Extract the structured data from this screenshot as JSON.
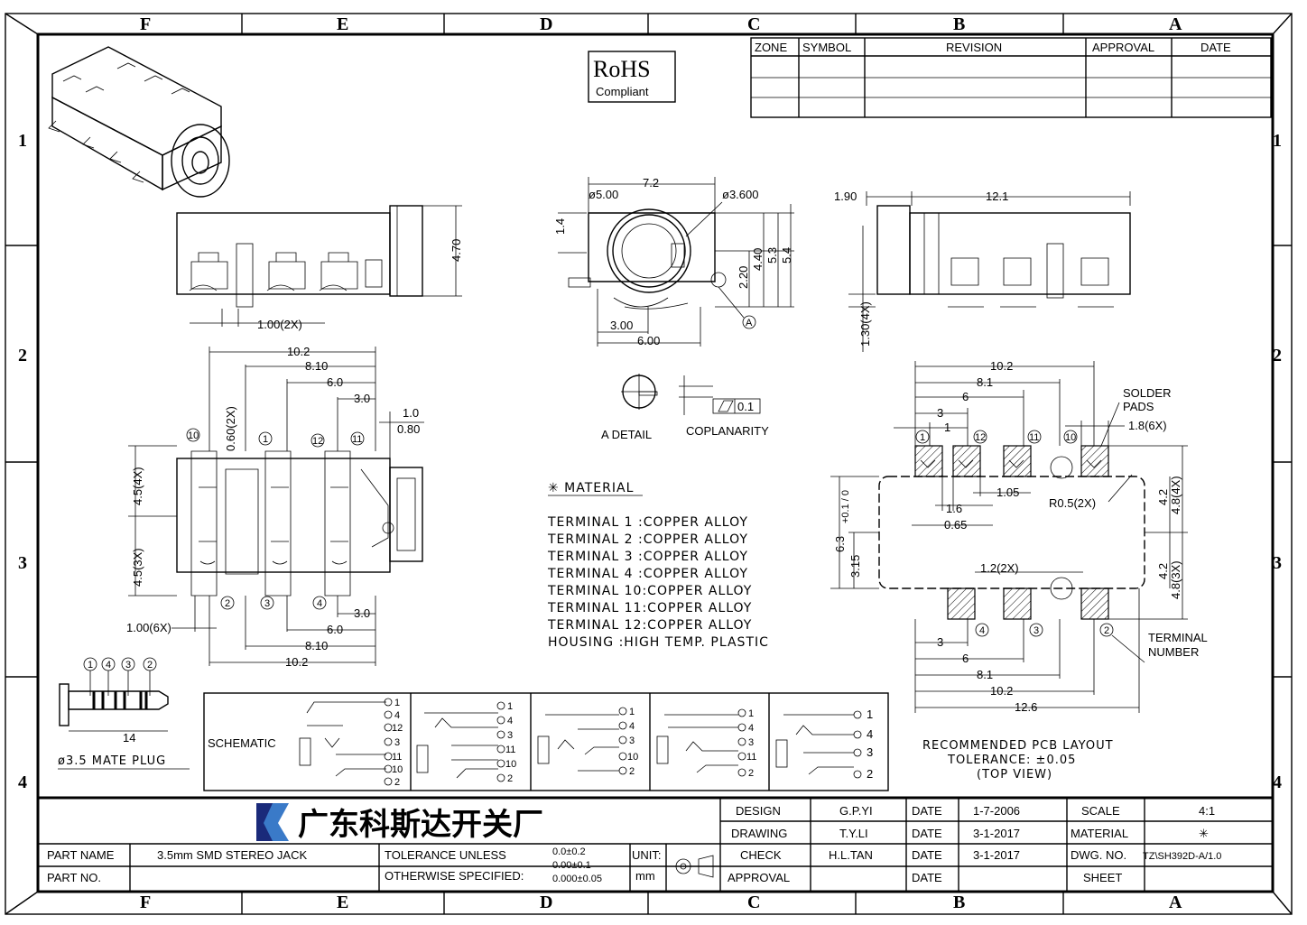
{
  "grid": {
    "columns": [
      "F",
      "E",
      "D",
      "C",
      "B",
      "A"
    ],
    "rows": [
      "1",
      "2",
      "3",
      "4"
    ]
  },
  "revision_table": {
    "headers": [
      "ZONE",
      "SYMBOL",
      "REVISION",
      "APPROVAL",
      "DATE"
    ]
  },
  "rohs": {
    "title": "RoHS",
    "subtitle": "Compliant"
  },
  "front_view": {
    "dim_height": "4.70",
    "dim_pitch": "1.00(2X)"
  },
  "side_view": {
    "dim_width": "7.2",
    "dim_dia_outer": "ø5.00",
    "dim_dia_inner": "ø3.600",
    "dim_1_4": "1.4",
    "dim_2_20": "2.20",
    "dim_4_40": "4.40",
    "dim_5_3": "5.3",
    "dim_5_4": "5.4",
    "dim_3_00": "3.00",
    "dim_6_00": "6.00",
    "ref": "A"
  },
  "rear_view": {
    "dim_1_90": "1.90",
    "dim_12_1": "12.1",
    "dim_1_30": "1.30(4X)"
  },
  "detail": {
    "label": "A  DETAIL",
    "coplanarity": "COPLANARITY",
    "value": "0.1"
  },
  "top_view": {
    "d10_2": "10.2",
    "d8_10": "8.10",
    "d6_0": "6.0",
    "d3_0": "3.0",
    "d1_0": "1.0",
    "d0_80": "0.80",
    "d0_60": "0.60(2X)",
    "d4_5_4x": "4.5(4X)",
    "d4_5_3x": "4.5(3X)",
    "d1_00_6x": "1.00(6X)",
    "b3_0": "3.0",
    "b6_0": "6.0",
    "b8_10": "8.10",
    "b10_2": "10.2",
    "pins_top": [
      "10",
      "1",
      "12",
      "11"
    ],
    "pins_bottom": [
      "2",
      "3",
      "4"
    ]
  },
  "material": {
    "title": "✳ MATERIAL",
    "rows": [
      "TERMINAL  1  :COPPER  ALLOY",
      "TERMINAL  2  :COPPER  ALLOY",
      "TERMINAL  3  :COPPER  ALLOY",
      "TERMINAL  4  :COPPER  ALLOY",
      "TERMINAL  10:COPPER  ALLOY",
      "TERMINAL  11:COPPER  ALLOY",
      "TERMINAL  12:COPPER  ALLOY",
      "HOUSING        :HIGH  TEMP.  PLASTIC"
    ]
  },
  "pcb": {
    "d10_2": "10.2",
    "d8_1": "8.1",
    "d6": "6",
    "d3": "3",
    "d1": "1",
    "solder_pads": "SOLDER\nPADS",
    "d1_8": "1.8(6X)",
    "d1_6": "1.6",
    "d1_05": "1.05",
    "d0_65": "0.65",
    "r0_5": "R0.5(2X)",
    "d4_2a": "4.2",
    "d4_8_4x": "4.8(4X)",
    "d6_3": "6.3",
    "tol_6_3": "+0.1 / 0",
    "d3_15": "3.15",
    "d1_2": "1.2(2X)",
    "d4_2b": "4.2",
    "d4_8_3x": "4.8(3X)",
    "b3": "3",
    "b6": "6",
    "b8_1": "8.1",
    "b10_2": "10.2",
    "b12_6": "12.6",
    "terminal_number": "TERMINAL\nNUMBER",
    "pins_top": [
      "1",
      "12",
      "11",
      "10"
    ],
    "pins_bottom": [
      "4",
      "3",
      "2"
    ],
    "note1": "RECOMMENDED  PCB  LAYOUT",
    "note2": "TOLERANCE: ±0.05",
    "note3": "(TOP  VIEW)"
  },
  "plug": {
    "label": "ø3.5  MATE  PLUG",
    "dim": "14",
    "pins": [
      "1",
      "4",
      "3",
      "2"
    ]
  },
  "schematic": {
    "label": "SCHEMATIC",
    "panel1": [
      "1",
      "4",
      "12",
      "3",
      "11",
      "10",
      "2"
    ],
    "panel2": [
      "1",
      "4",
      "3",
      "11",
      "10",
      "2"
    ],
    "panel3": [
      "1",
      "4",
      "3",
      "10",
      "2"
    ],
    "panel4": [
      "1",
      "4",
      "3",
      "11",
      "2"
    ],
    "panel5": [
      "1",
      "4",
      "3",
      "2"
    ]
  },
  "title_block": {
    "company": "广东科斯达开关厂",
    "design_label": "DESIGN",
    "design_name": "G.P.YI",
    "date_label": "DATE",
    "design_date": "1-7-2006",
    "drawing_label": "DRAWING",
    "drawing_name": "T.Y.LI",
    "drawing_date": "3-1-2017",
    "check_label": "CHECK",
    "check_name": "H.L.TAN",
    "check_date": "3-1-2017",
    "approval_label": "APPROVAL",
    "scale_label": "SCALE",
    "scale_value": "4:1",
    "material_label": "MATERIAL",
    "material_value": "✳",
    "dwg_label": "DWG. NO.",
    "dwg_value": "TZ\\SH392D-A/1.0",
    "sheet_label": "SHEET",
    "part_name_label": "PART  NAME",
    "part_name_value": "3.5mm  SMD  STEREO  JACK",
    "part_no_label": "PART  NO.",
    "tol_line1": "TOLERANCE  UNLESS",
    "tol_line2": "OTHERWISE  SPECIFIED:",
    "tol_v1": "0.0±0.2",
    "tol_v2": "0.00±0.1",
    "tol_v3": "0.000±0.05",
    "unit_label": "UNIT:",
    "unit_value": "mm"
  }
}
